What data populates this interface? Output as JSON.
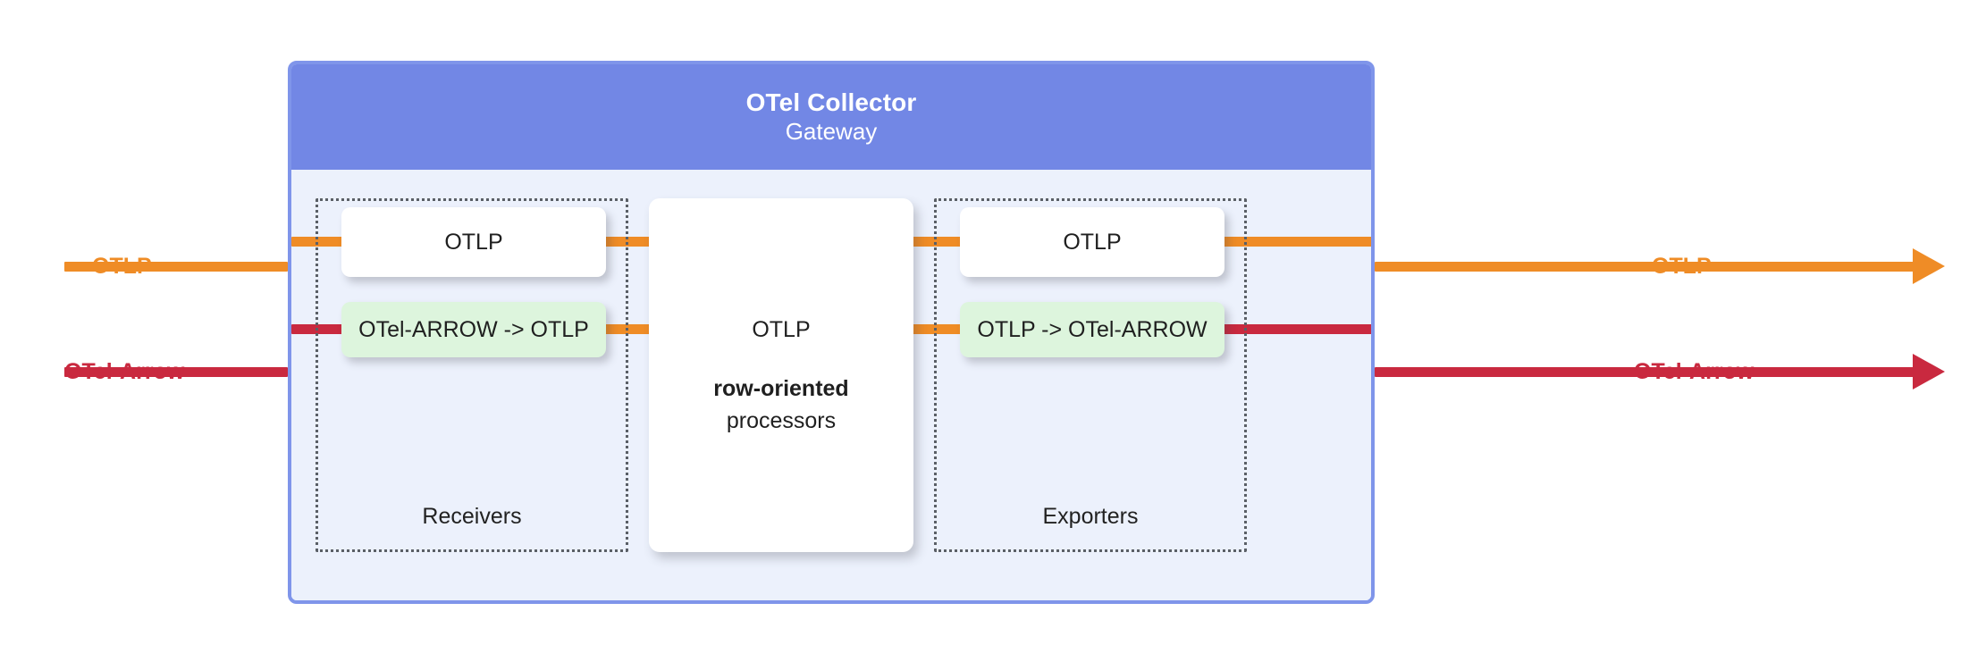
{
  "diagram": {
    "title": "OTel Collector",
    "subtitle": "Gateway"
  },
  "groups": {
    "receivers": {
      "label": "Receivers",
      "nodes": [
        {
          "label": "OTLP",
          "style": "white"
        },
        {
          "label": "OTel-ARROW -> OTLP",
          "style": "green"
        }
      ]
    },
    "exporters": {
      "label": "Exporters",
      "nodes": [
        {
          "label": "OTLP",
          "style": "white"
        },
        {
          "label": "OTLP -> OTel-ARROW",
          "style": "green"
        }
      ]
    }
  },
  "processors": {
    "line1": "OTLP",
    "line2": "row-oriented",
    "line3": "processors"
  },
  "edges": {
    "input_top": {
      "label": "OTLP",
      "color": "#ef8c26"
    },
    "input_bottom": {
      "label": "OTel-Arrow",
      "color": "#c9293f"
    },
    "output_top": {
      "label": "OTLP",
      "color": "#ef8c26"
    },
    "output_bottom": {
      "label": "OTel-Arrow",
      "color": "#c9293f"
    }
  },
  "colors": {
    "header_blue": "#7287e5",
    "body_blue": "#ecf1fc",
    "orange": "#ef8c26",
    "red": "#c9293f",
    "green_box": "#ddf5dd",
    "white_box": "#ffffff",
    "dotted_border": "#5a5f66"
  }
}
